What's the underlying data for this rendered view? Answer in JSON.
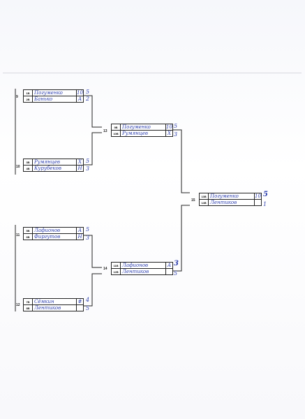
{
  "matches": [
    {
      "id": "9",
      "p1": {
        "slot": "1B",
        "name": "Погуменко",
        "seed": "10",
        "score": "5"
      },
      "p2": {
        "slot": "2B",
        "name": "Банько",
        "seed": "А",
        "score": "2"
      }
    },
    {
      "id": "10",
      "p1": {
        "slot": "3B",
        "name": "Румянцев",
        "seed": "Х",
        "score": "5"
      },
      "p2": {
        "slot": "4B",
        "name": "Курубеков",
        "seed": "Н",
        "score": "3"
      }
    },
    {
      "id": "11",
      "p1": {
        "slot": "5B",
        "name": "Лафионов",
        "seed": "А",
        "score": "5"
      },
      "p2": {
        "slot": "6B",
        "name": "Фиргутов",
        "seed": "Н",
        "score": "3"
      }
    },
    {
      "id": "12",
      "p1": {
        "slot": "7B",
        "name": "Сёмкин",
        "seed": "#",
        "score": "4"
      },
      "p2": {
        "slot": "8B",
        "name": "Лентиков",
        "seed": "",
        "score": "5"
      }
    },
    {
      "id": "13",
      "p1": {
        "slot": "9B",
        "name": "Погуменко",
        "seed": "10",
        "score": "5"
      },
      "p2": {
        "slot": "10B",
        "name": "Румянцев",
        "seed": "Х",
        "score": "3"
      }
    },
    {
      "id": "14",
      "p1": {
        "slot": "11B",
        "name": "Лафионов",
        "seed": "А",
        "score": "3"
      },
      "p2": {
        "slot": "12B",
        "name": "Лентиков",
        "seed": "",
        "score": "5"
      }
    },
    {
      "id": "15",
      "p1": {
        "slot": "13B",
        "name": "Погуменко",
        "seed": "10",
        "score": "5"
      },
      "p2": {
        "slot": "14B",
        "name": "Лентиков",
        "seed": "",
        "score": "1"
      }
    }
  ]
}
